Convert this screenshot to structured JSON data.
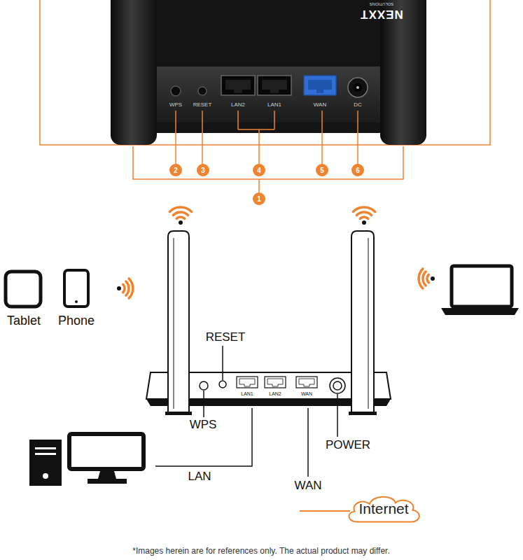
{
  "diagram": {
    "caption": "*Images herein are for references only. The actual product may differ.",
    "nodes": [
      {
        "text": [
          "2"
        ]
      },
      {
        "text": [
          "3"
        ]
      },
      {
        "text": [
          "4"
        ]
      },
      {
        "text": [
          "5"
        ]
      },
      {
        "text": [
          "6"
        ]
      },
      {
        "text": [
          "1"
        ]
      },
      {
        "text": [
          "Internet"
        ]
      }
    ],
    "labels": [
      "NEXXT",
      "SOLUTIONS",
      "WPS",
      "RESET",
      "LAN2",
      "LAN1",
      "WAN",
      "DC",
      "Tablet",
      "Phone",
      "RESET",
      "LAN1",
      "LAN2",
      "WAN",
      "WPS",
      "POWER",
      "LAN",
      "WAN"
    ]
  }
}
